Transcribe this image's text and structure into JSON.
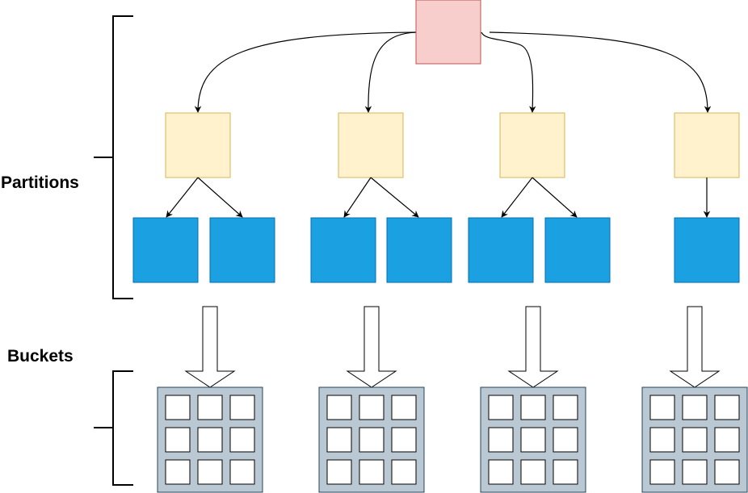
{
  "labels": {
    "partitions": "Partitions",
    "buckets": "Buckets"
  },
  "colors": {
    "root_fill": "#f8cecc",
    "root_stroke": "#b85450",
    "partition_fill": "#fff2cc",
    "partition_stroke": "#d6b656",
    "bucket_node_fill": "#1ba1e2",
    "bucket_node_stroke": "#006eaf",
    "grid_fill": "#bac8d3",
    "grid_stroke": "#23445d",
    "line": "#000000"
  },
  "structure": {
    "partitions": [
      {
        "id": "partition-1",
        "child_buckets": 2
      },
      {
        "id": "partition-2",
        "child_buckets": 2
      },
      {
        "id": "partition-3",
        "child_buckets": 2
      },
      {
        "id": "partition-4",
        "child_buckets": 1
      }
    ],
    "bucket_grids": 4,
    "grid_cells": {
      "rows": 3,
      "cols": 3
    }
  }
}
